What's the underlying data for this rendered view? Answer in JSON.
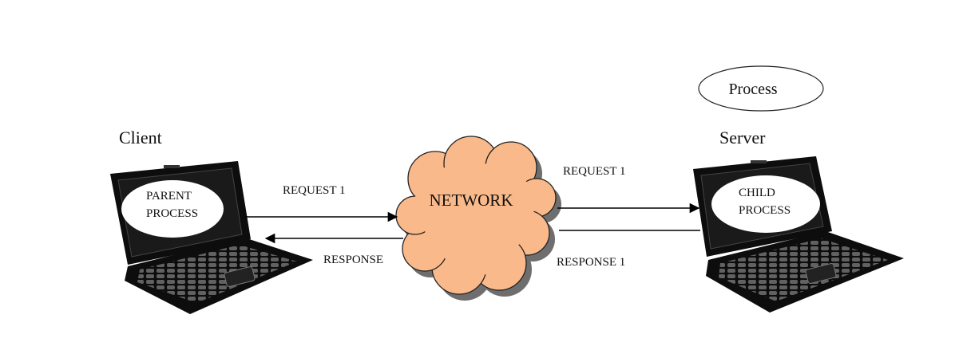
{
  "client": {
    "label": "Client",
    "screen_text": [
      "PARENT",
      "PROCESS"
    ]
  },
  "server": {
    "label": "Server",
    "screen_text": [
      "CHILD",
      "PROCESS"
    ]
  },
  "network": {
    "label": "NETWORK",
    "fill_color": "#f9b98a"
  },
  "legend": {
    "process_label": "Process"
  },
  "edges": {
    "client_request": "REQUEST 1",
    "client_response": "RESPONSE",
    "server_request": "REQUEST 1",
    "server_response": "RESPONSE 1"
  },
  "colors": {
    "laptop": "#0d0d0d",
    "arrow": "#000000",
    "background": "#ffffff"
  }
}
